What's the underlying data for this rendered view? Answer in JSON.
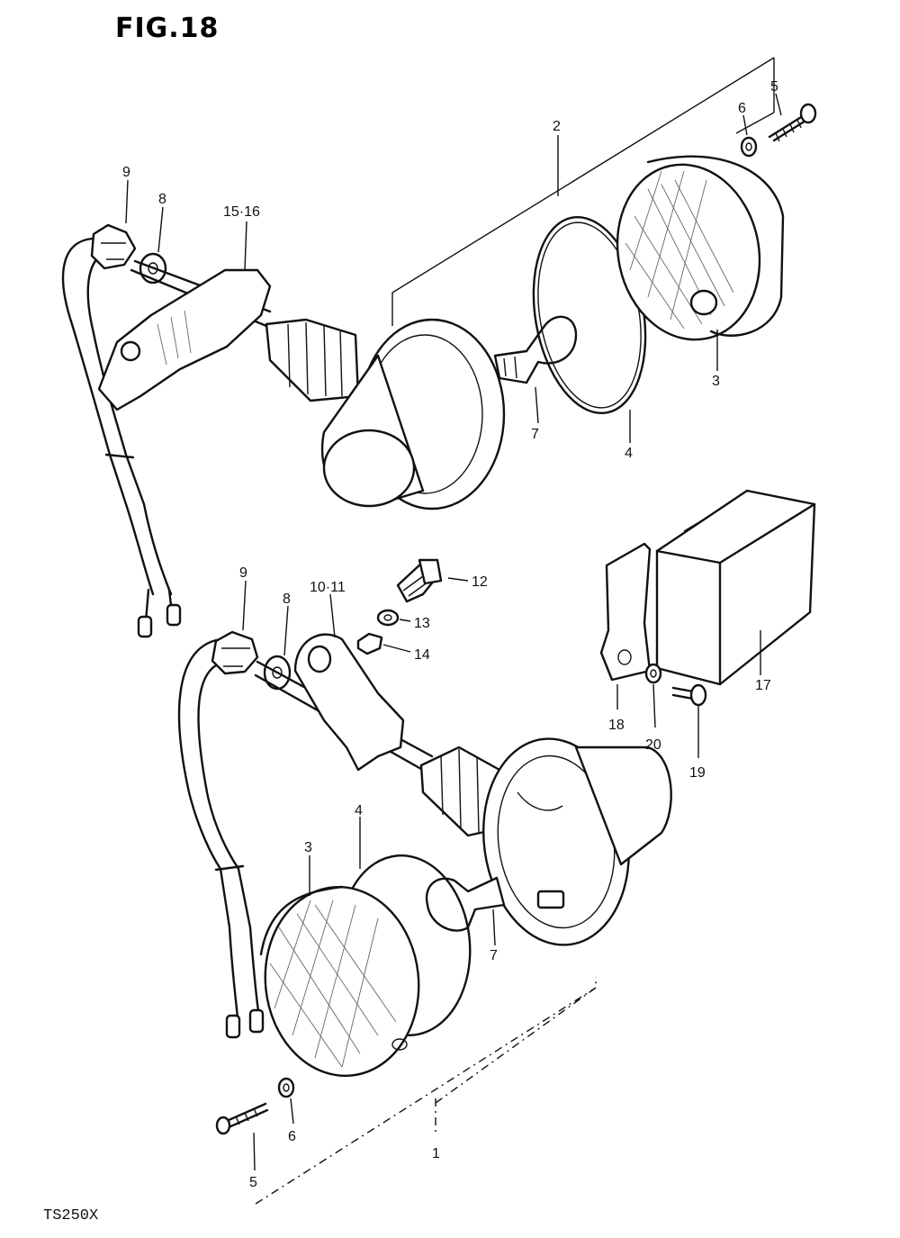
{
  "figure": {
    "title": "FIG.18",
    "model": "TS250X"
  },
  "callouts": {
    "c1": "1",
    "c2": "2",
    "c3a": "3",
    "c3b": "3",
    "c4a": "4",
    "c4b": "4",
    "c5a": "5",
    "c5b": "5",
    "c6a": "6",
    "c6b": "6",
    "c7a": "7",
    "c7b": "7",
    "c8a": "8",
    "c8b": "8",
    "c9a": "9",
    "c9b": "9",
    "c1011": "10·11",
    "c12": "12",
    "c13": "13",
    "c14": "14",
    "c1516": "15·16",
    "c17": "17",
    "c18": "18",
    "c19": "19",
    "c20": "20"
  },
  "icons": {
    "upper_assembly": "front-turn-signal-assembly-icon",
    "lower_assembly": "rear-turn-signal-assembly-icon",
    "relay": "flasher-relay-icon"
  }
}
